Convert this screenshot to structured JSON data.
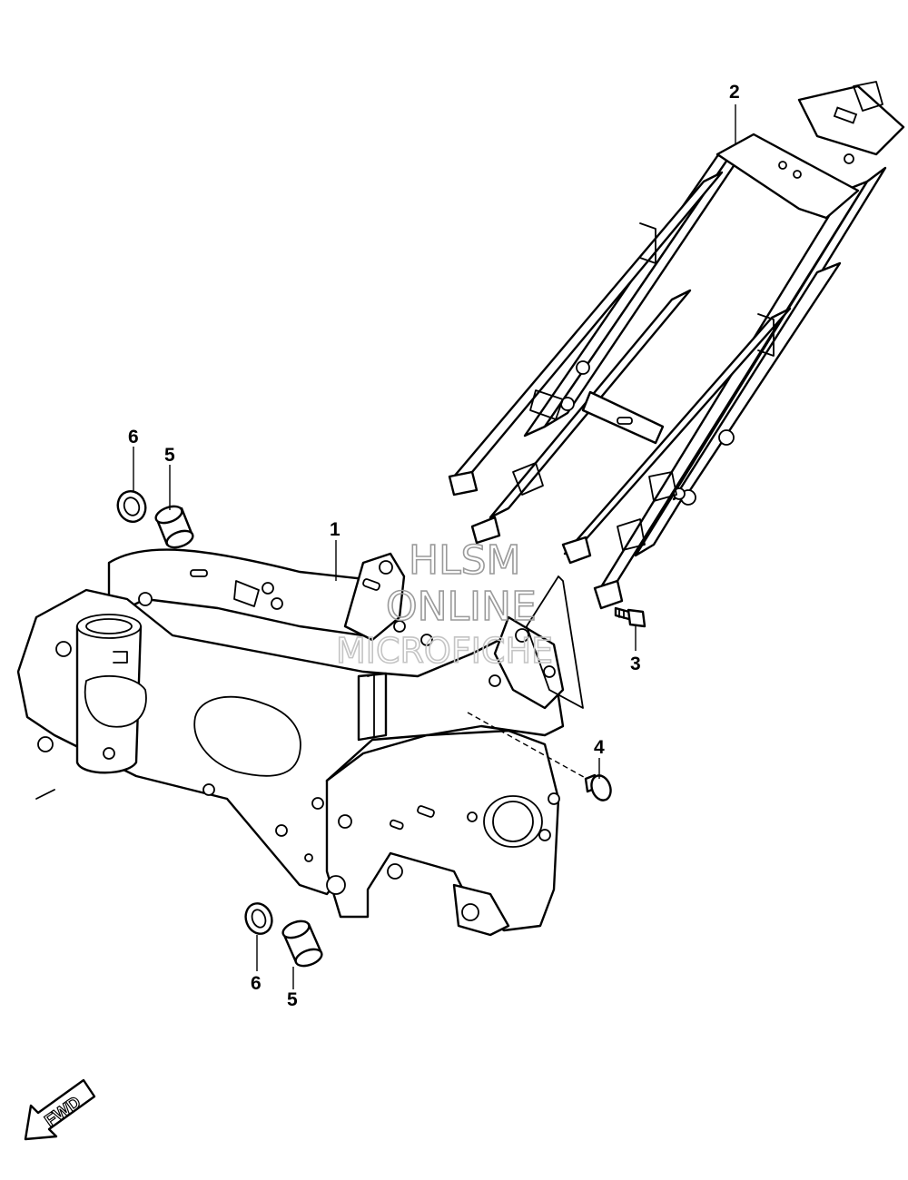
{
  "callouts": {
    "frame": "1",
    "seat_rail": "2",
    "bolt": "3",
    "cap": "4",
    "spacer_upper": "5",
    "bushing_upper": "6",
    "spacer_lower": "5",
    "bushing_lower": "6"
  },
  "watermark": {
    "line1": "HLSM",
    "line2": "ONLINE",
    "line3": "MICROFICHE"
  },
  "direction_arrow": {
    "label": "FWD",
    "icon": "fwd-arrow-icon"
  },
  "colors": {
    "line": "#000000",
    "background": "#ffffff",
    "watermark": "#9a9a9a"
  }
}
